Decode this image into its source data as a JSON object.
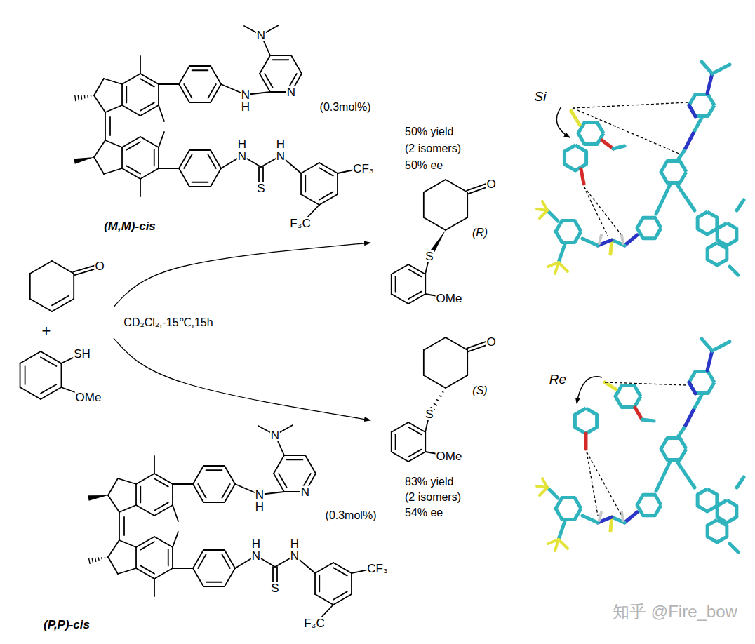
{
  "diagram": {
    "nodes": [
      {
        "text": [
          "N",
          "N",
          "N",
          "H",
          "H",
          "N",
          "H",
          "N",
          "S",
          "CF₃",
          "F₃C",
          "(M,M)-cis"
        ]
      },
      {
        "text": [
          "O",
          "+",
          "SH",
          "OMe"
        ]
      },
      {
        "text": [
          "O",
          "S",
          "(R)",
          "OMe"
        ]
      },
      {
        "text": [
          "O",
          "S",
          "(S)",
          "OMe"
        ]
      },
      {
        "text": [
          "N",
          "N",
          "N",
          "H",
          "H",
          "N",
          "H",
          "N",
          "S",
          "CF₃",
          "F₃C",
          "(P,P)-cis"
        ]
      }
    ],
    "edges": [
      {
        "from": 1,
        "to": 2,
        "arrow": "to"
      },
      {
        "from": 1,
        "to": 3,
        "arrow": "to"
      }
    ],
    "labels": [
      "(0.3mol%)",
      "50% yield",
      "(2 isomers)",
      "50% ee",
      "CD₂Cl₂,-15℃,15h",
      "83% yield",
      "(2 isomers)",
      "54% ee",
      "(0.3mol%)",
      "Si",
      "Re",
      "知乎 @Fire_bow"
    ]
  }
}
